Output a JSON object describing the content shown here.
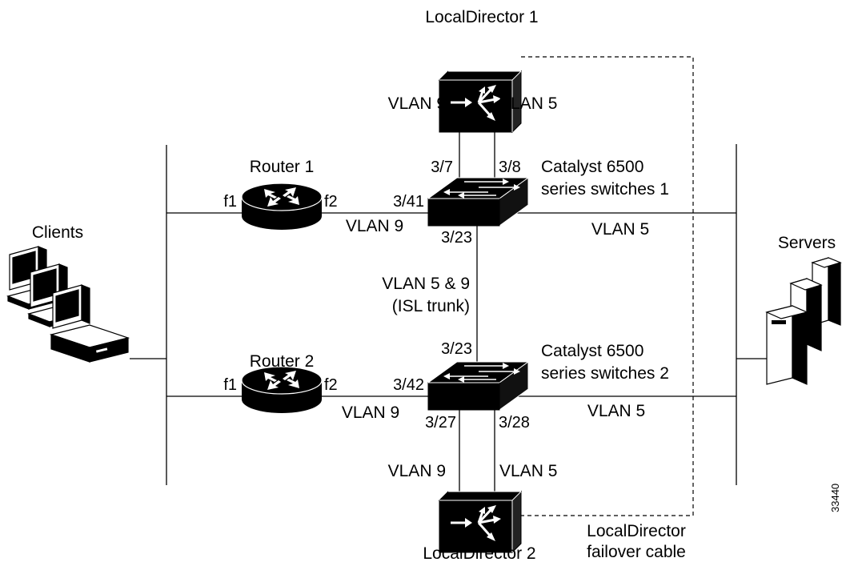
{
  "devices": {
    "localdirector_1": "LocalDirector 1",
    "localdirector_2": "LocalDirector 2",
    "router_1": "Router 1",
    "router_2": "Router 2",
    "clients": "Clients",
    "servers": "Servers",
    "switch_1_line1": "Catalyst 6500",
    "switch_1_line2": "series switches 1",
    "switch_2_line1": "Catalyst 6500",
    "switch_2_line2": "series switches 2"
  },
  "links": {
    "ld1_left_vlan": "VLAN 9",
    "ld1_right_vlan": "VLAN 5",
    "ld2_left_vlan": "VLAN 9",
    "ld2_right_vlan": "VLAN 5",
    "router1_vlan": "VLAN 9",
    "router2_vlan": "VLAN 9",
    "switch1_server_vlan": "VLAN 5",
    "switch2_server_vlan": "VLAN 5",
    "trunk_line1": "VLAN 5 & 9",
    "trunk_line2": "(ISL trunk)",
    "failover_line1": "LocalDirector",
    "failover_line2": "failover cable"
  },
  "ports": {
    "sw1_p37": "3/7",
    "sw1_p38": "3/8",
    "sw1_p341": "3/41",
    "sw1_p323": "3/23",
    "sw2_p323": "3/23",
    "sw2_p342": "3/42",
    "sw2_p327": "3/27",
    "sw2_p328": "3/28",
    "r1_f1": "f1",
    "r1_f2": "f2",
    "r2_f1": "f1",
    "r2_f2": "f2"
  },
  "figure_id": "33440"
}
